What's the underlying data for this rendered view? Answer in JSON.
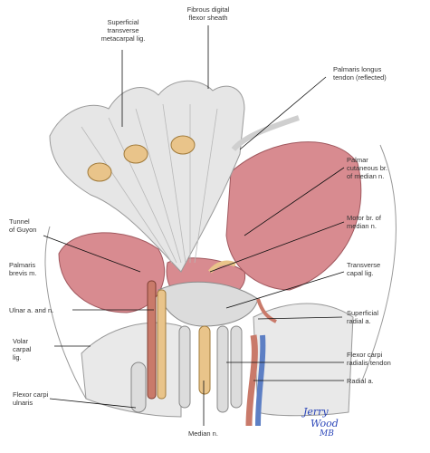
{
  "labels": {
    "superficial_transverse_metacarpal_lig": [
      "Superficial",
      "transverse",
      "metacarpal lig."
    ],
    "fibrous_digital_flexor_sheath": [
      "Fibrous digital",
      "flexor sheath"
    ],
    "palmaris_longus_tendon": [
      "Palmaris longus",
      "tendon (reflected)"
    ],
    "palmar_cutaneous_br": [
      "Palmar",
      "cutaneous br.",
      "of median n."
    ],
    "tunnel_of_guyon": [
      "Tunnel",
      "of Guyon"
    ],
    "motor_br": [
      "Motor br. of",
      "median n."
    ],
    "palmaris_brevis": [
      "Palmaris",
      "brevis m."
    ],
    "transverse_carpal_lig": [
      "Transverse",
      "capal lig."
    ],
    "ulnar_a_and_n": [
      "Ulnar a. and n."
    ],
    "superficial_radial_a": [
      "Superficial",
      "radial a."
    ],
    "volar_carpal_lig": [
      "Volar",
      "carpal",
      "lig."
    ],
    "flexor_carpi_radialis_tendon": [
      "Flexor carpi",
      "radialis tendon"
    ],
    "radial_a": [
      "Radial a."
    ],
    "flexor_carpi_ulnaris": [
      "Flexor carpi",
      "ulnaris"
    ],
    "median_n": [
      "Median n."
    ]
  },
  "signature": [
    "Jerry",
    "Wood",
    "MB"
  ],
  "colors": {
    "tendon": "#e6e6e6",
    "muscle": "#d88b90",
    "artery": "#c97a6a",
    "vein": "#5d7fc4",
    "nerve": "#e9c48a",
    "ligament": "#dcdcdc",
    "leader": "#111111"
  }
}
